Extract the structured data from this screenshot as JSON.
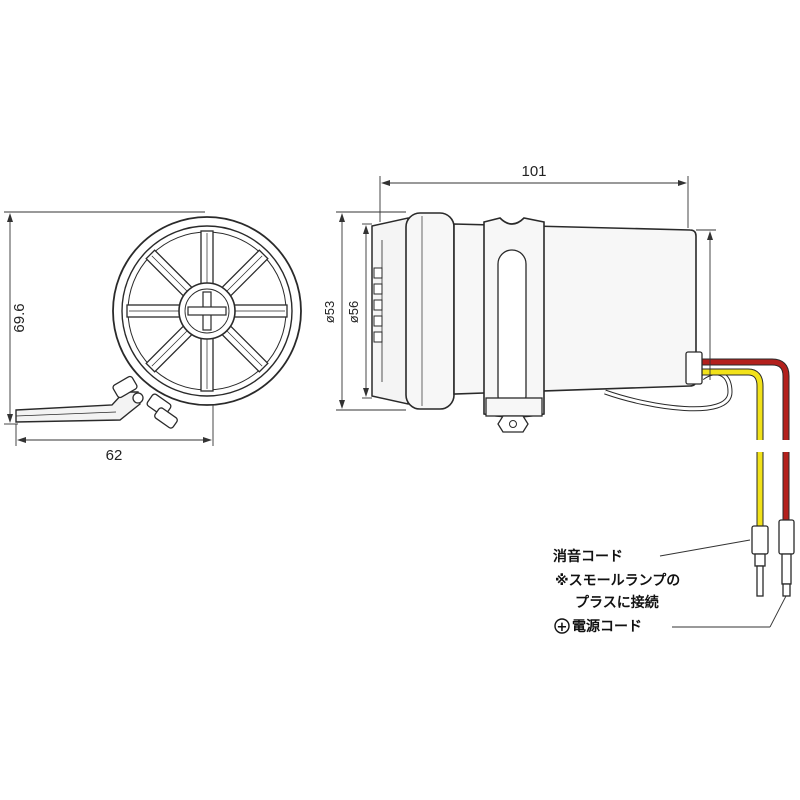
{
  "dimensions": {
    "height": "69.6",
    "width": "62",
    "length": "101",
    "dia_outer": "ø56",
    "dia_inner": "ø53"
  },
  "labels": {
    "mute_cord": "消音コード",
    "note_line1": "※スモールランプの",
    "note_line2": "プラスに接続",
    "plus_symbol": "+",
    "power_cord": "電源コード"
  },
  "colors": {
    "wire_red": "#b3201c",
    "wire_yellow": "#f2e21a",
    "body_fill": "#f7f7f7",
    "outline": "#2a2a2a"
  }
}
